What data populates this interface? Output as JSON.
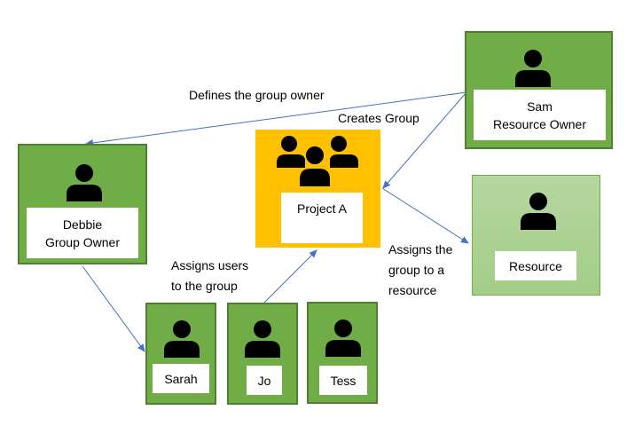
{
  "nodes": {
    "sam": {
      "name": "Sam",
      "role": "Resource Owner",
      "icon": "person-icon"
    },
    "debbie": {
      "name": "Debbie",
      "role": "Group Owner",
      "icon": "person-icon"
    },
    "group": {
      "name": "Project A",
      "icon": "group-icon"
    },
    "resource": {
      "name": "Resource",
      "icon": "person-icon"
    },
    "sarah": {
      "name": "Sarah",
      "icon": "person-icon"
    },
    "jo": {
      "name": "Jo",
      "icon": "person-icon"
    },
    "tess": {
      "name": "Tess",
      "icon": "person-icon"
    }
  },
  "edges": {
    "defines_owner": {
      "label": "Defines the group owner",
      "from": "Sam",
      "to": "Debbie"
    },
    "creates_group": {
      "label": "Creates Group",
      "from": "Sam",
      "to": "Project A"
    },
    "assigns_users": {
      "line1": "Assigns users",
      "line2": "to the group",
      "from": "Jo",
      "to": "Project A"
    },
    "assigns_resource": {
      "line1": "Assigns the",
      "line2": "group to a",
      "line3": "resource",
      "from": "Project A",
      "to": "Resource"
    },
    "debbie_to_sarah": {
      "from": "Debbie",
      "to": "Sarah"
    }
  },
  "colors": {
    "user_fill": "#70ad47",
    "user_border": "#507e32",
    "group_fill": "#ffc000",
    "resource_fill": "#a9d18e",
    "edge": "#4472c4"
  }
}
